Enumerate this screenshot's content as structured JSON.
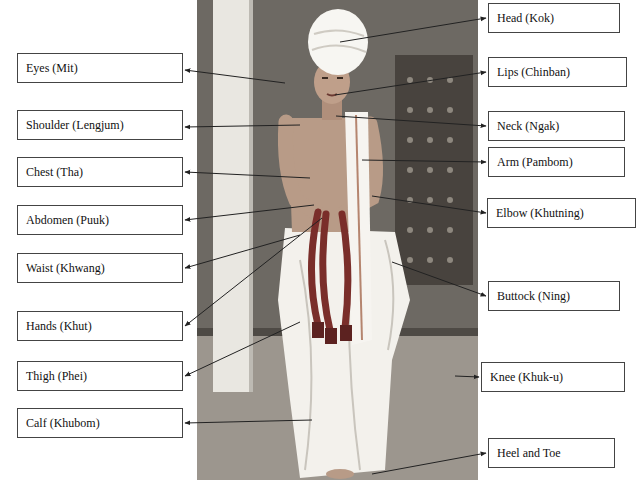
{
  "diagram": {
    "nodes": [
      {
        "text": [
          "Head (Kok)"
        ]
      },
      {
        "text": [
          "Eyes (Mit)"
        ]
      },
      {
        "text": [
          "Lips (Chinban)"
        ]
      },
      {
        "text": [
          "Shoulder (Lengjum)"
        ]
      },
      {
        "text": [
          "Neck (Ngak)"
        ]
      },
      {
        "text": [
          "Arm (Pambom)"
        ]
      },
      {
        "text": [
          "Chest (Tha)"
        ]
      },
      {
        "text": [
          "Elbow (Khutning)"
        ]
      },
      {
        "text": [
          "Abdomen (Puuk)"
        ]
      },
      {
        "text": [
          "Waist (Khwang)"
        ]
      },
      {
        "text": [
          "Buttock (Ning)"
        ]
      },
      {
        "text": [
          "Hands (Khut)"
        ]
      },
      {
        "text": [
          "Thigh (Phei)"
        ]
      },
      {
        "text": [
          "Knee (Khuk-u)"
        ]
      },
      {
        "text": [
          "Calf (Khubom)"
        ]
      },
      {
        "text": [
          "Heel and Toe"
        ]
      }
    ]
  }
}
